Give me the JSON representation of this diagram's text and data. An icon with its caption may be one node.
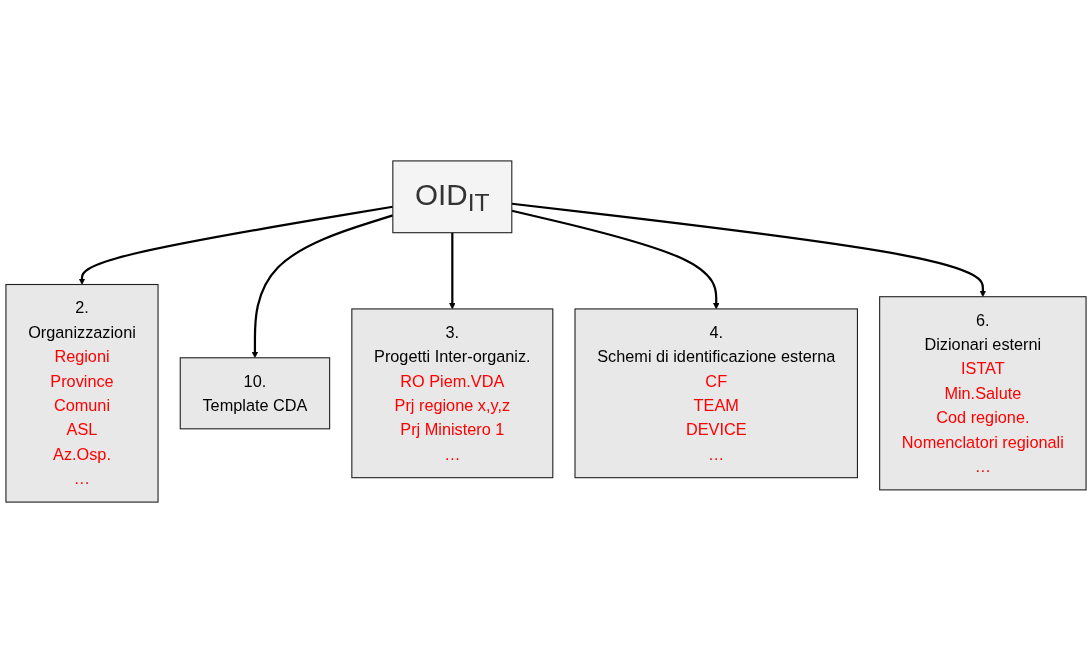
{
  "diagram": {
    "nodes": [
      {
        "text": [
          "OID$_{IT}$"
        ]
      },
      {
        "text": [
          "2.",
          "Organizzazioni",
          "Regioni",
          "Province",
          "Comuni",
          "ASL",
          "Az.Osp.",
          "…"
        ]
      },
      {
        "text": [
          "10.",
          "Template CDA"
        ]
      },
      {
        "text": [
          "3.",
          "Progetti Inter-organiz.",
          "RO Piem.VDA",
          "Prj regione x,y,z",
          "Prj Ministero 1",
          "…"
        ]
      },
      {
        "text": [
          "4.",
          "Schemi di identificazione esterna",
          "CF",
          "TEAM",
          "DEVICE",
          "…"
        ]
      },
      {
        "text": [
          "6.",
          "Dizionari esterni",
          "ISTAT",
          "Min.Salute",
          "Cod regione.",
          "Nomenclatori regionali",
          "…"
        ]
      }
    ],
    "edges": [
      {
        "from": 0,
        "to": 1,
        "arrow": "to"
      },
      {
        "from": 0,
        "to": 2,
        "arrow": "to"
      },
      {
        "from": 0,
        "to": 3,
        "arrow": "to"
      },
      {
        "from": 0,
        "to": 4,
        "arrow": "to"
      },
      {
        "from": 0,
        "to": 5,
        "arrow": "to"
      }
    ]
  }
}
